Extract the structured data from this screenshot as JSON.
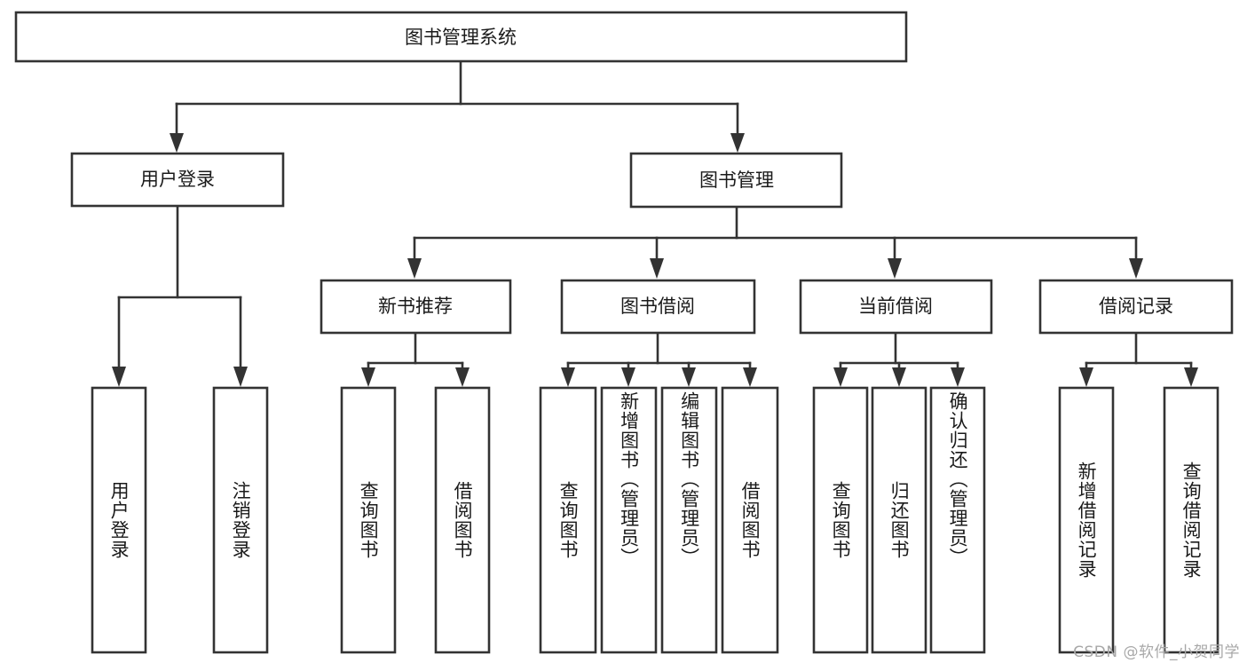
{
  "diagram": {
    "type": "tree",
    "title": "图书管理系统",
    "root": {
      "label": "图书管理系统"
    },
    "level2": [
      {
        "label": "用户登录"
      },
      {
        "label": "图书管理"
      }
    ],
    "level3": [
      {
        "label": "新书推荐"
      },
      {
        "label": "图书借阅"
      },
      {
        "label": "当前借阅"
      },
      {
        "label": "借阅记录"
      }
    ],
    "leaves": {
      "user_login": [
        {
          "label": "用户登录"
        },
        {
          "label": "注销登录"
        }
      ],
      "new_book_recommend": [
        {
          "label": "查询图书"
        },
        {
          "label": "借阅图书"
        }
      ],
      "book_borrow": [
        {
          "label": "查询图书"
        },
        {
          "label": "新增图书（管理员）"
        },
        {
          "label": "编辑图书（管理员）"
        },
        {
          "label": "借阅图书"
        }
      ],
      "current_borrow": [
        {
          "label": "查询图书"
        },
        {
          "label": "归还图书"
        },
        {
          "label": "确认归还（管理员）"
        }
      ],
      "borrow_record": [
        {
          "label": "新增借阅记录"
        },
        {
          "label": "查询借阅记录"
        }
      ]
    },
    "colors": {
      "stroke": "#333333",
      "fill": "#ffffff",
      "text": "#1a1a1a",
      "watermark": "#a8a8a8"
    }
  },
  "watermark": {
    "text": "CSDN @软件_小贺同学"
  }
}
